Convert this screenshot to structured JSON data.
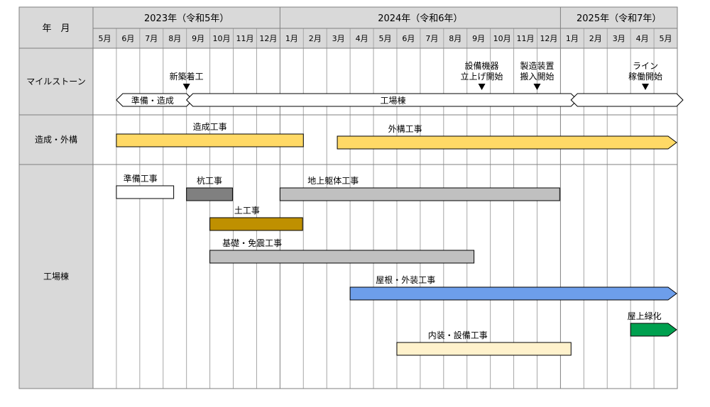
{
  "chart_data": {
    "type": "gantt",
    "header": {
      "corner_label": "年　月",
      "years": [
        {
          "label": "2023年（令和5年）",
          "from": "2023-05",
          "to": "2023-12"
        },
        {
          "label": "2024年（令和6年）",
          "from": "2024-01",
          "to": "2024-12"
        },
        {
          "label": "2025年（令和7年）",
          "from": "2025-01",
          "to": "2025-05"
        }
      ],
      "months": [
        "5月",
        "6月",
        "7月",
        "8月",
        "9月",
        "10月",
        "11月",
        "12月",
        "1月",
        "2月",
        "3月",
        "4月",
        "5月",
        "6月",
        "7月",
        "8月",
        "9月",
        "10月",
        "11月",
        "12月",
        "1月",
        "2月",
        "3月",
        "4月",
        "5月"
      ]
    },
    "sections": [
      {
        "label": "マイルストーン",
        "milestones": [
          {
            "label": "新築着工",
            "at": "2023-09-01"
          },
          {
            "label": "設備機器\n立上げ開始",
            "at": "2024-09-20"
          },
          {
            "label": "製造装置\n搬入開始",
            "at": "2024-12-01"
          },
          {
            "label": "ライン\n稼働開始",
            "at": "2025-04-20"
          }
        ],
        "phases": [
          {
            "label": "準備・造成",
            "start": "2023-06-01",
            "end": "2023-09-01"
          },
          {
            "label": "工場棟",
            "start": "2023-09-01",
            "end": "2025-01-15"
          },
          {
            "label": "",
            "start": "2025-01-15",
            "end": "2025-05-31"
          }
        ]
      },
      {
        "label": "造成・外構",
        "tasks": [
          {
            "label": "造成工事",
            "start": "2023-06-01",
            "end": "2024-02-01",
            "color": "#FFD966",
            "continues": false
          },
          {
            "label": "外構工事",
            "start": "2024-03-15",
            "end": "2025-05-31",
            "color": "#FFD966",
            "continues": true
          }
        ]
      },
      {
        "label": "工場棟",
        "tasks": [
          {
            "label": "準備工事",
            "start": "2023-06-01",
            "end": "2023-08-15",
            "color": "#FFFFFF",
            "continues": false
          },
          {
            "label": "杭工事",
            "start": "2023-09-01",
            "end": "2023-10-31",
            "color": "#808080",
            "continues": false
          },
          {
            "label": "土工事",
            "start": "2023-10-01",
            "end": "2024-01-31",
            "color": "#BF9000",
            "continues": false
          },
          {
            "label": "基礎・免震工事",
            "start": "2023-10-01",
            "end": "2024-09-10",
            "color": "#C0C0C0",
            "continues": false
          },
          {
            "label": "地上躯体工事",
            "start": "2024-01-01",
            "end": "2024-12-31",
            "color": "#C0C0C0",
            "continues": false
          },
          {
            "label": "屋根・外装工事",
            "start": "2024-04-01",
            "end": "2025-05-31",
            "color": "#6D9EEB",
            "continues": true
          },
          {
            "label": "内装・設備工事",
            "start": "2024-06-01",
            "end": "2025-01-15",
            "color": "#FFF2CC",
            "continues": false
          },
          {
            "label": "屋上緑化",
            "start": "2025-04-01",
            "end": "2025-05-31",
            "color": "#00A04F",
            "continues": true
          }
        ]
      }
    ]
  }
}
